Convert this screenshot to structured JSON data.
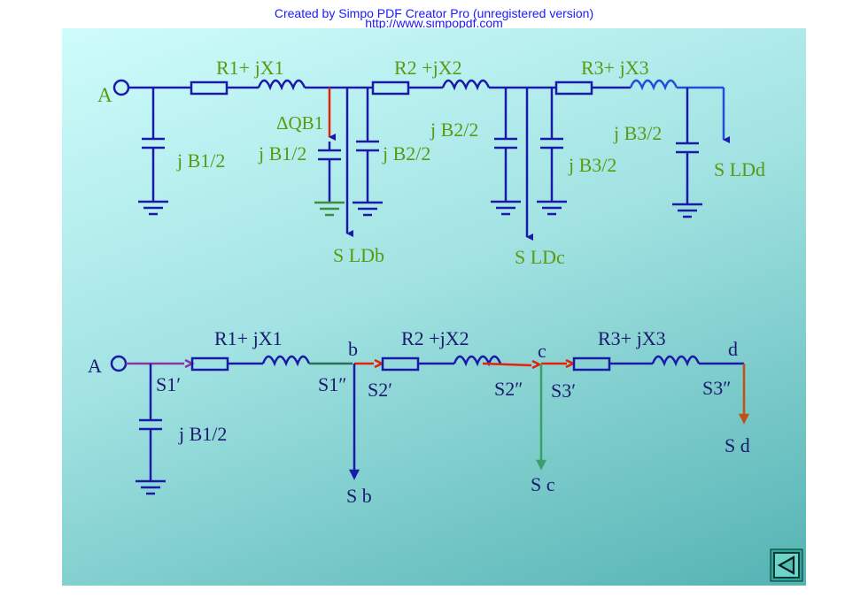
{
  "watermark": {
    "line1": "Created by Simpo PDF Creator Pro (unregistered version)",
    "line2": "http://www.simpopdf.com"
  },
  "colors": {
    "wire": "#1a1aa8",
    "label": "#5a9a12",
    "red": "#e8200a",
    "green": "#3c8f3c",
    "purple": "#8c35a8",
    "teal": "#2a6f5a",
    "blue_right": "#1f4fd8",
    "bottom_text": "#1a1a6e"
  },
  "top": {
    "node_A": "A",
    "z1_label": "R1+ jX1",
    "z2_label": "R2 +jX2",
    "z3_label": "R3+ jX3",
    "dq_label": "ΔQB1",
    "c_a": "j B1/2",
    "c_b1": "j B1/2",
    "c_b2": "j B2/2",
    "c_c2": "j B2/2",
    "c_c3": "j B3/2",
    "c_d3": "j B3/2",
    "s_ldb": "S LDb",
    "s_ldc": "S LDc",
    "s_ldd": "S LDd"
  },
  "bottom": {
    "node_A": "A",
    "z1_label": "R1+ jX1",
    "z2_label": "R2 +jX2",
    "z3_label": "R3+ jX3",
    "node_b": "b",
    "node_c": "c",
    "node_d": "d",
    "s1p": "S1′",
    "s1pp": "S1″",
    "s2p": "S2′",
    "s2pp": "S2″",
    "s3p": "S3′",
    "s3pp": "S3″",
    "c_a": "j B1/2",
    "sb": "S b",
    "sc": "S c",
    "sd": "S d"
  },
  "nav": {
    "back_icon": "back-arrow-icon"
  }
}
